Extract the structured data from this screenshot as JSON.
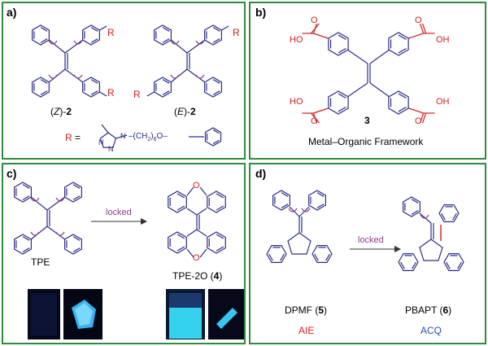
{
  "panels": {
    "a": {
      "label": "a)",
      "z_caption": {
        "open": "(",
        "italic": "Z",
        "close": ")-",
        "num": "2"
      },
      "e_caption": {
        "open": "(",
        "italic": "E",
        "close": ")-",
        "num": "2"
      },
      "r_symbol": "R",
      "r_equals": "R =",
      "methyl_label": "",
      "chain_label": "–(CH2)6O–",
      "triazole_N": "N",
      "triazole_N2": "N",
      "triazole_N3": "N"
    },
    "b": {
      "label": "b)",
      "compound_number": "3",
      "caption": "Metal–Organic Framework",
      "cooh_tl": "HO",
      "cooh_tr": "OH",
      "cooh_bl": "HO",
      "cooh_br": "OH",
      "oxy": "O"
    },
    "c": {
      "label": "c)",
      "arrow_label": "locked",
      "tpe_label": "TPE",
      "tpe2o_label": "TPE-2O (4)",
      "o_atom": "O"
    },
    "d": {
      "label": "d)",
      "arrow_label": "locked",
      "dpmf_label": "DPMF (5)",
      "pbapt_label": "PBAPT (6)",
      "aie_label": "AIE",
      "acq_label": "ACQ"
    }
  },
  "colors": {
    "border": "#2e8b3e",
    "bond": "#2d2d8a",
    "rotation": "#8a3f8a",
    "acid": "#d32020",
    "aie": "#d32020",
    "acq": "#2a4fa8",
    "newbond": "#d32020"
  }
}
